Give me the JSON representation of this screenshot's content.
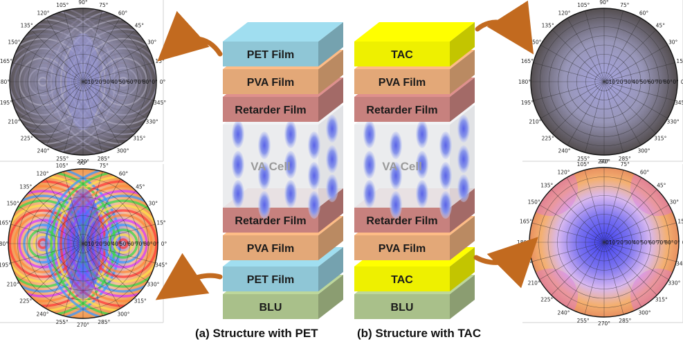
{
  "stacks": [
    {
      "id": "pet",
      "caption": "(a) Structure with PET",
      "layers": [
        {
          "label": "PET Film",
          "color": "#8fc6d6"
        },
        {
          "label": "PVA Film",
          "color": "#e3a878"
        },
        {
          "label": "Retarder Film",
          "color": "#c7817e"
        },
        {
          "label": "VA Cell",
          "color": "#e9eaec"
        },
        {
          "label": "Retarder Film",
          "color": "#c7817e"
        },
        {
          "label": "PVA Film",
          "color": "#e3a878"
        },
        {
          "label": "PET Film",
          "color": "#8fc6d6"
        },
        {
          "label": "BLU",
          "color": "#a9c08a"
        }
      ]
    },
    {
      "id": "tac",
      "caption": "(b) Structure with TAC",
      "layers": [
        {
          "label": "TAC",
          "color": "#eef000"
        },
        {
          "label": "PVA Film",
          "color": "#e3a878"
        },
        {
          "label": "Retarder Film",
          "color": "#c7817e"
        },
        {
          "label": "VA Cell",
          "color": "#e9eaec"
        },
        {
          "label": "Retarder Film",
          "color": "#c7817e"
        },
        {
          "label": "PVA Film",
          "color": "#e3a878"
        },
        {
          "label": "TAC",
          "color": "#eef000"
        },
        {
          "label": "BLU",
          "color": "#a9c08a"
        }
      ]
    }
  ],
  "polar": {
    "angle_labels": [
      "0°",
      "15°",
      "30°",
      "45°",
      "60°",
      "75°",
      "90°",
      "105°",
      "120°",
      "135°",
      "150°",
      "165°",
      "180°",
      "195°",
      "210°",
      "225°",
      "240°",
      "255°",
      "270°",
      "285°",
      "300°",
      "315°",
      "330°",
      "345°"
    ],
    "radial_labels": [
      "0°",
      "10°",
      "20°",
      "30°",
      "40°",
      "50°",
      "60°",
      "70°",
      "80°",
      "0°"
    ]
  },
  "plots": [
    {
      "id": "pet-dark",
      "style": "dark-fringes"
    },
    {
      "id": "pet-bright",
      "style": "rainbow-fringes"
    },
    {
      "id": "tac-dark",
      "style": "dark-uniform"
    },
    {
      "id": "tac-bright",
      "style": "pastel-uniform"
    }
  ],
  "colors": {
    "arrow": "#c26a1f",
    "text": "#1a1a1a",
    "cell_text": "#9a9a9a"
  }
}
